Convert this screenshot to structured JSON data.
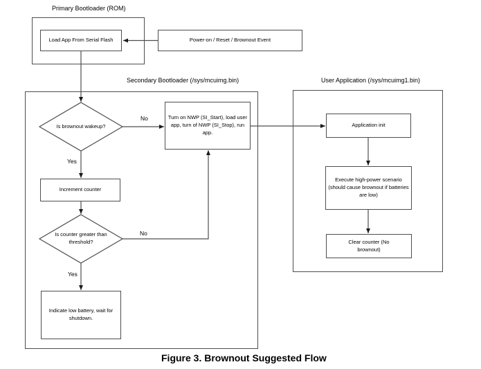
{
  "figure": {
    "caption": "Figure 3. Brownout Suggested Flow"
  },
  "groups": {
    "primary": {
      "label": "Primary Bootloader (ROM)"
    },
    "secondary": {
      "label": "Secondary Bootloader (/sys/mcuimg.bin)"
    },
    "user": {
      "label": "User Application (/sys/mcuimg1.bin)"
    }
  },
  "nodes": {
    "power_event": {
      "type": "process",
      "text": "Power-on / Reset / Brownout Event"
    },
    "load_app": {
      "type": "process",
      "text": "Load App From Serial Flash"
    },
    "is_brownout_wakeup": {
      "type": "decision",
      "text": "Is brownout wakeup?"
    },
    "turn_on_nwp": {
      "type": "process",
      "text": "Turn on NWP (SI_Start), load user app, turn of NWP (SI_Stop), run app."
    },
    "increment_counter": {
      "type": "process",
      "text": "Increment counter"
    },
    "is_counter_greater": {
      "type": "decision",
      "text": "Is counter greater than threshold?"
    },
    "indicate_low_battery": {
      "type": "process",
      "text": "Indicate low battery, wait for shutdown."
    },
    "application_init": {
      "type": "process",
      "text": "Application init"
    },
    "execute_high_power": {
      "type": "process",
      "text": "Execute high-power scenario (should cause brownout if batteries are low)"
    },
    "clear_counter": {
      "type": "process",
      "text": "Clear counter (No brownout)"
    }
  },
  "edge_labels": {
    "brownout_no": "No",
    "brownout_yes": "Yes",
    "counter_no": "No",
    "counter_yes": "Yes"
  },
  "colors": {
    "line": "#4d4d4d",
    "arrowhead": "#1a1a1a",
    "text": "#000000",
    "background": "#ffffff"
  }
}
